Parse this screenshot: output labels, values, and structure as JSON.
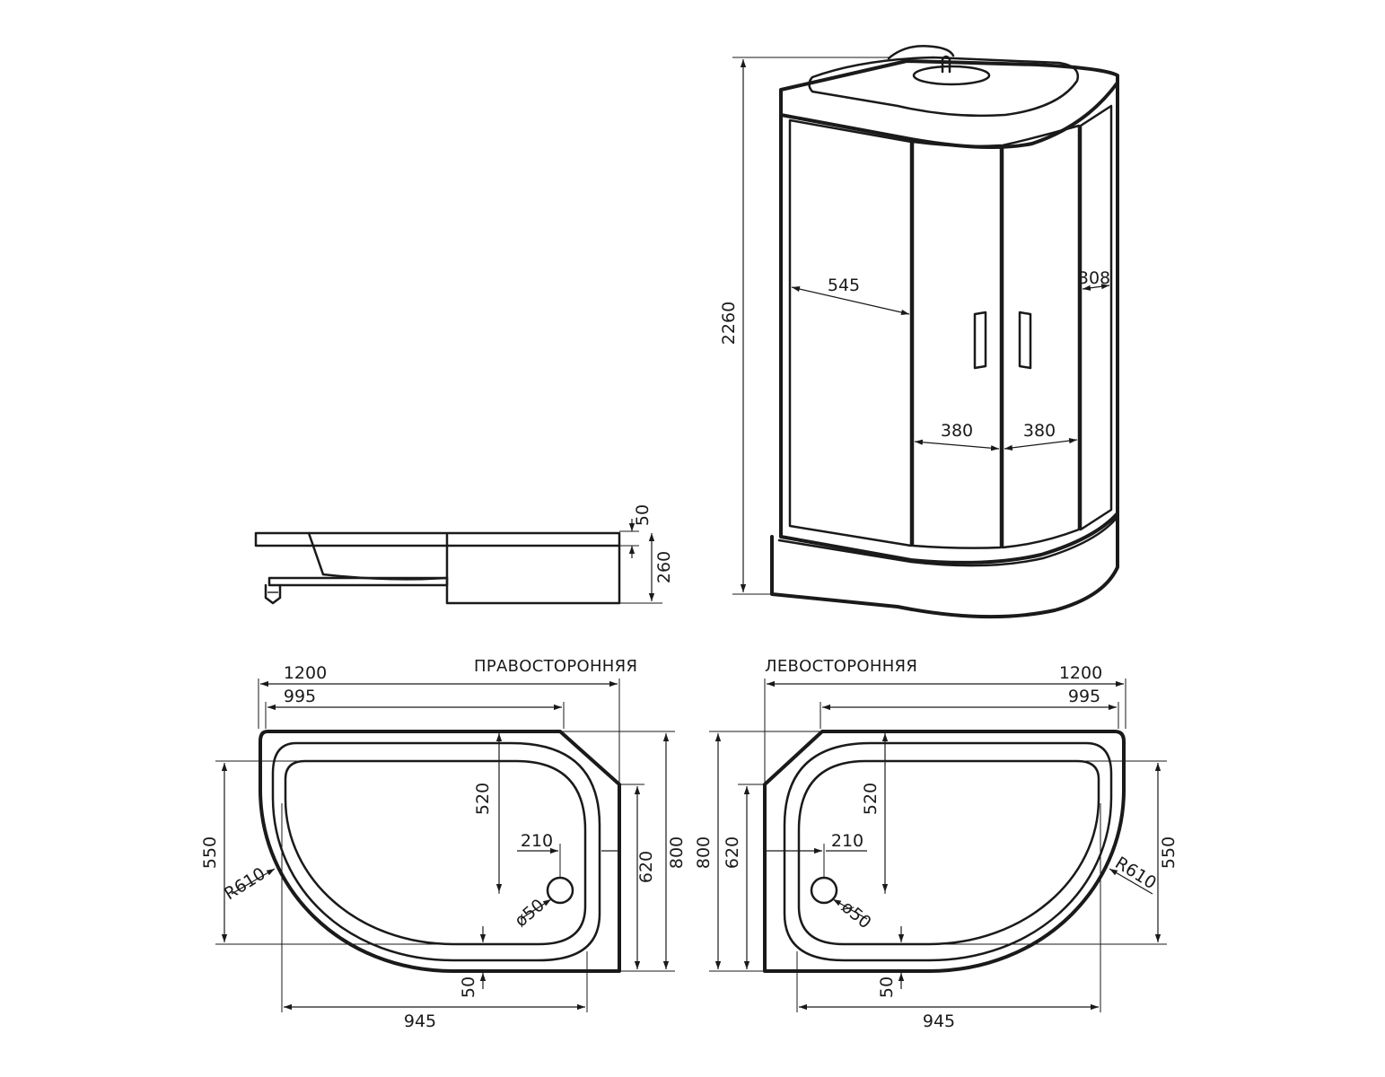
{
  "labels": {
    "right_variant": "ПРАВОСТОРОННЯЯ",
    "left_variant": "ЛЕВОСТОРОННЯЯ"
  },
  "dimensions": {
    "cabin_height": "2260",
    "side_panel_width": "545",
    "side_panel_right": "308",
    "door_left": "380",
    "door_right": "380",
    "tray_top": "50",
    "tray_height": "260",
    "overall_length": "1200",
    "back_length": "995",
    "inner_length": "945",
    "overall_depth": "800",
    "side_depth": "620",
    "curve_depth": "550",
    "radius": "R610",
    "drain_offset_y": "520",
    "drain_offset_x": "210",
    "drain_diameter": "ø50",
    "rim_width": "50"
  }
}
